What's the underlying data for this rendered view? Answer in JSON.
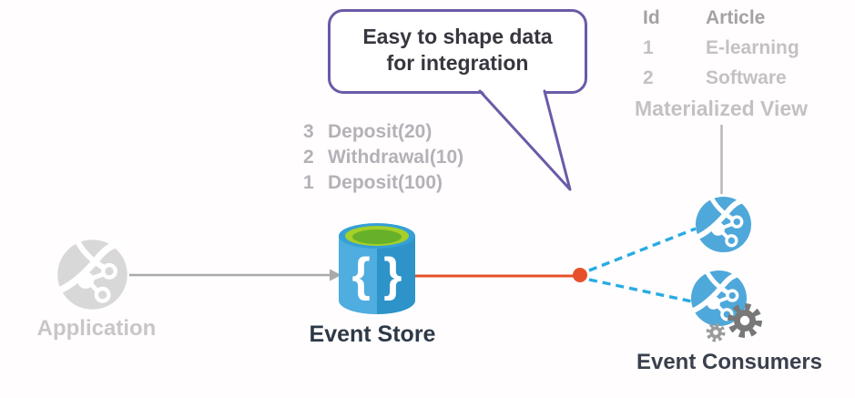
{
  "bubble": {
    "line1": "Easy to shape data",
    "line2": "for integration"
  },
  "event_list": {
    "items": [
      {
        "seq": "3",
        "label": "Deposit(20)"
      },
      {
        "seq": "2",
        "label": "Withdrawal(10)"
      },
      {
        "seq": "1",
        "label": "Deposit(100)"
      }
    ]
  },
  "materialized_view": {
    "columns": [
      "Id",
      "Article"
    ],
    "rows": [
      [
        "1",
        "E-learning"
      ],
      [
        "2",
        "Software"
      ]
    ],
    "caption": "Materialized View"
  },
  "nodes": {
    "application": {
      "label": "Application",
      "icon": "globe-network-icon"
    },
    "event_store": {
      "label": "Event Store",
      "icon": "database-cylinder-braces-icon",
      "braces": "{ }"
    },
    "event_consumers": {
      "label": "Event Consumers",
      "icon": "globe-network-gears-icon"
    }
  },
  "connectors": {
    "app_to_store": "solid-gray-arrow",
    "store_to_junction": "solid-red-line",
    "junction_to_consumers": "dashed-blue-lines",
    "view_to_globe": "solid-gray-line"
  },
  "colors": {
    "bubble_border": "#6b5aa7",
    "bubble_text": "#36363f",
    "gray_text": "#c4c1c1",
    "gray_text_dark": "#a5a2a2",
    "event_list_text": "#b4b1b7",
    "dark_label": "#3a414d",
    "red_accent": "#e6512b",
    "dashed_blue": "#29abe2",
    "globe_blue": "#4fa8da",
    "globe_gray": "#d9d8d8",
    "cylinder_blue_light": "#4fade0",
    "cylinder_blue_dark": "#2d93c8",
    "cylinder_green_light": "#a5cf29",
    "cylinder_green_dark": "#67b02a",
    "gear_gray": "#787878",
    "connector_gray": "#a9a9a9"
  }
}
